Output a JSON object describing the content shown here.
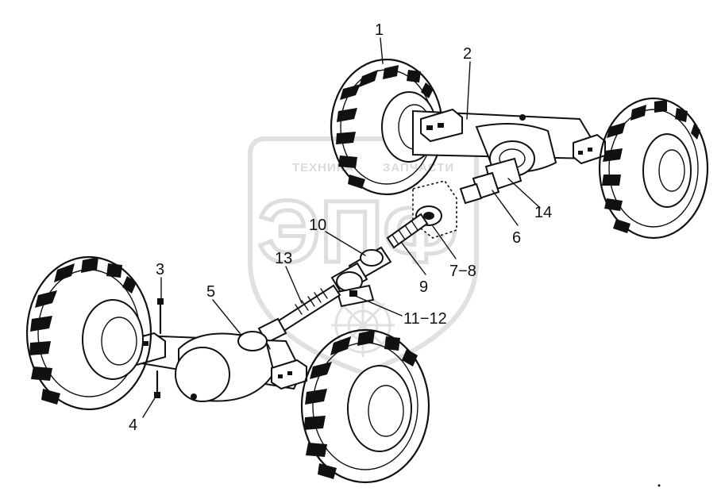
{
  "watermark": {
    "line1": "ТЕХНИКА",
    "line2": "ЗАПЧАСТИ",
    "mark": "ЭПФ",
    "color": "#c8c8c8"
  },
  "callouts": [
    {
      "id": "1",
      "text": "1"
    },
    {
      "id": "2",
      "text": "2"
    },
    {
      "id": "3",
      "text": "3"
    },
    {
      "id": "4",
      "text": "4"
    },
    {
      "id": "5",
      "text": "5"
    },
    {
      "id": "6",
      "text": "6"
    },
    {
      "id": "7-8",
      "text": "7−8"
    },
    {
      "id": "9",
      "text": "9"
    },
    {
      "id": "10",
      "text": "10"
    },
    {
      "id": "11-12",
      "text": "11−12"
    },
    {
      "id": "13",
      "text": "13"
    },
    {
      "id": "14",
      "text": "14"
    }
  ],
  "ink_color": "#111111"
}
